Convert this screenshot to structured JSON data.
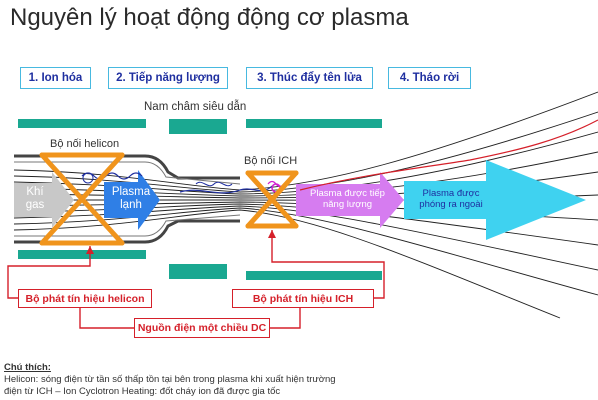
{
  "title": "Nguyên lý hoạt động động cơ plasma",
  "steps": [
    "1. Ion hóa",
    "2. Tiếp năng lượng",
    "3. Thúc đẩy tên lửa",
    "4. Tháo rời"
  ],
  "labels": {
    "magnet": "Nam châm siêu dẫn",
    "helicon_coupler": "Bộ nối helicon",
    "ich_coupler": "Bộ nối ICH",
    "gas": "Khí gas",
    "cold_plasma": "Plasma lạnh",
    "energized_plasma": "Plasma được tiếp năng lượng",
    "ejected_plasma": "Plasma được phóng ra ngoài"
  },
  "generators": {
    "helicon": "Bộ phát tín hiệu helicon",
    "ich": "Bộ phát tín hiệu ICH",
    "dc": "Nguồn điện một chiều DC"
  },
  "notes": {
    "heading": "Chú thích:",
    "line1": "Helicon: sóng điện từ tần số thấp tồn tại bên trong plasma khi xuất hiện trường",
    "line2": "điện từ ICH – Ion Cyclotron Heating: đốt cháy ion đã được gia tốc"
  },
  "colors": {
    "step_border": "#47b9e0",
    "step_text": "#1f2fa0",
    "magnet": "#1aa891",
    "coupler": "#f0941c",
    "cold_plasma": "#2f7fe6",
    "energized_plasma": "#d67cf0",
    "ejected_plasma": "#3fd2f0",
    "generator": "#d5202a"
  }
}
